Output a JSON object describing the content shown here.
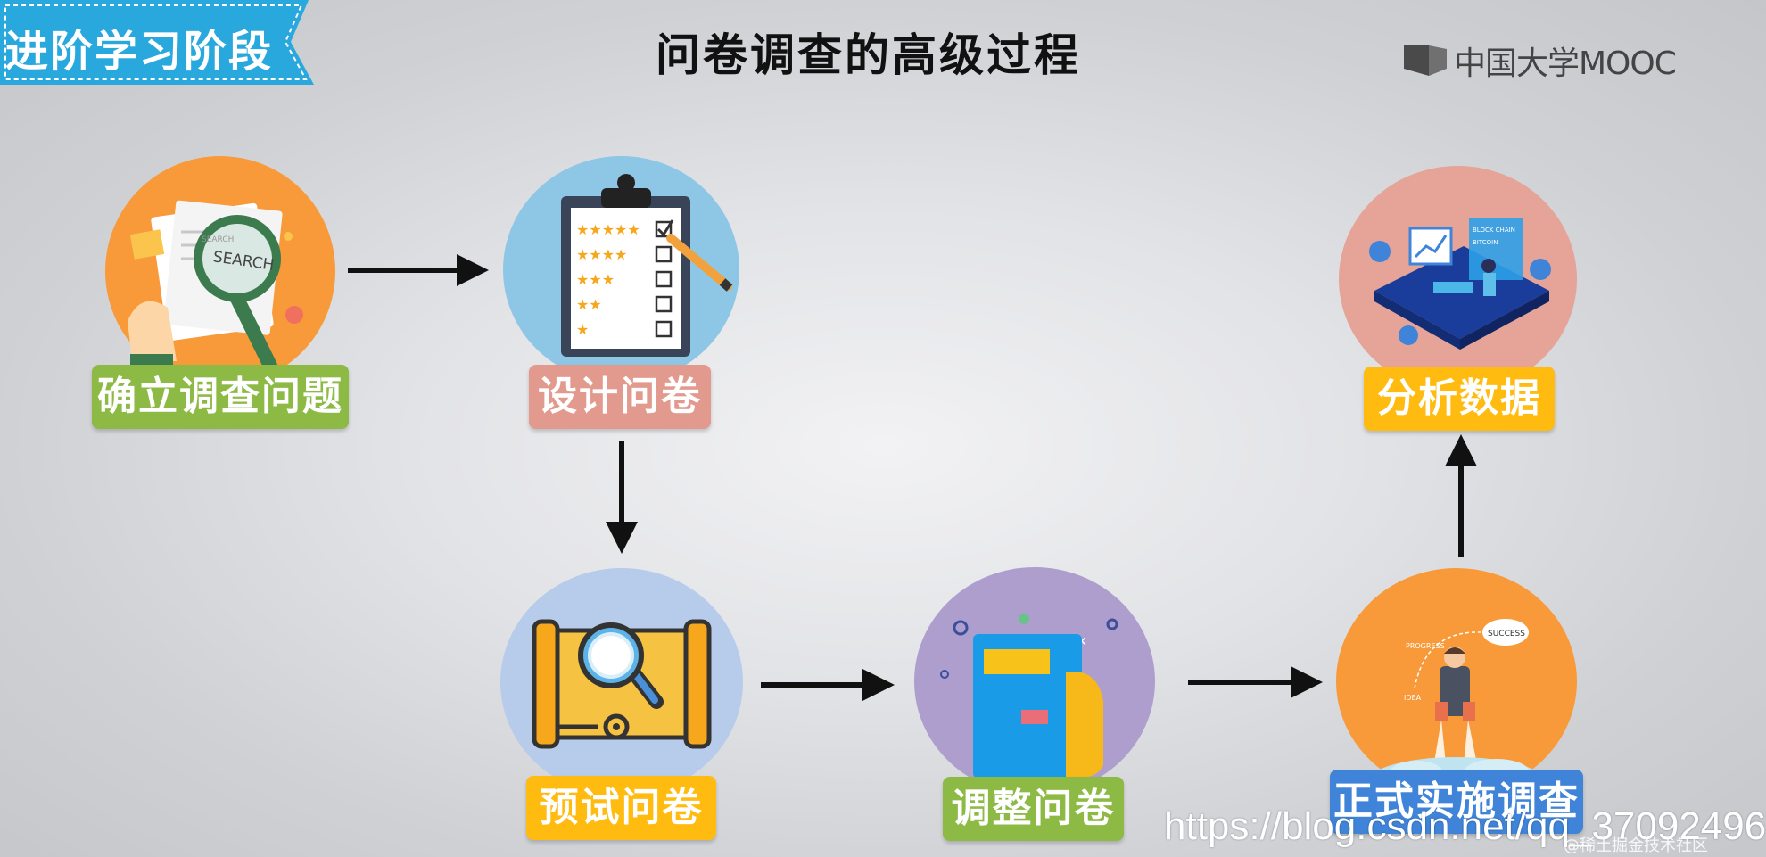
{
  "header": {
    "stage_label": "进阶学习阶段",
    "title": "问卷调查的高级过程",
    "brand": "中国大学MOOC"
  },
  "steps": [
    {
      "label": "确立调查问题",
      "icon": "search-document-icon",
      "circle_color": "#f89a3a",
      "label_color": "#8cba44"
    },
    {
      "label": "设计问卷",
      "icon": "rating-clipboard-icon",
      "circle_color": "#8ec6e6",
      "label_color": "#e39a8e"
    },
    {
      "label": "预试问卷",
      "icon": "map-magnifier-icon",
      "circle_color": "#b7cbea",
      "label_color": "#ffbb0f"
    },
    {
      "label": "调整问卷",
      "icon": "notebook-icon",
      "circle_color": "#ad9ece",
      "label_color": "#8cba44"
    },
    {
      "label": "正式实施调查",
      "icon": "rocket-launch-icon",
      "circle_color": "#f89a3a",
      "label_color": "#3f84d8"
    },
    {
      "label": "分析数据",
      "icon": "data-analysis-icon",
      "circle_color": "#e6a397",
      "label_color": "#ffbb0f"
    }
  ],
  "illustration_text": {
    "search_big": "SEARCH",
    "search_small": "SEARCH",
    "success": "SUCCESS",
    "progress": "PROGRESS",
    "idea": "IDEA",
    "blockchain": "BLOCK CHAIN",
    "bitcoin": "BITCOIN"
  },
  "watermark": "https://blog.csdn.net/qq_37092496",
  "credit": "@稀土掘金技术社区"
}
